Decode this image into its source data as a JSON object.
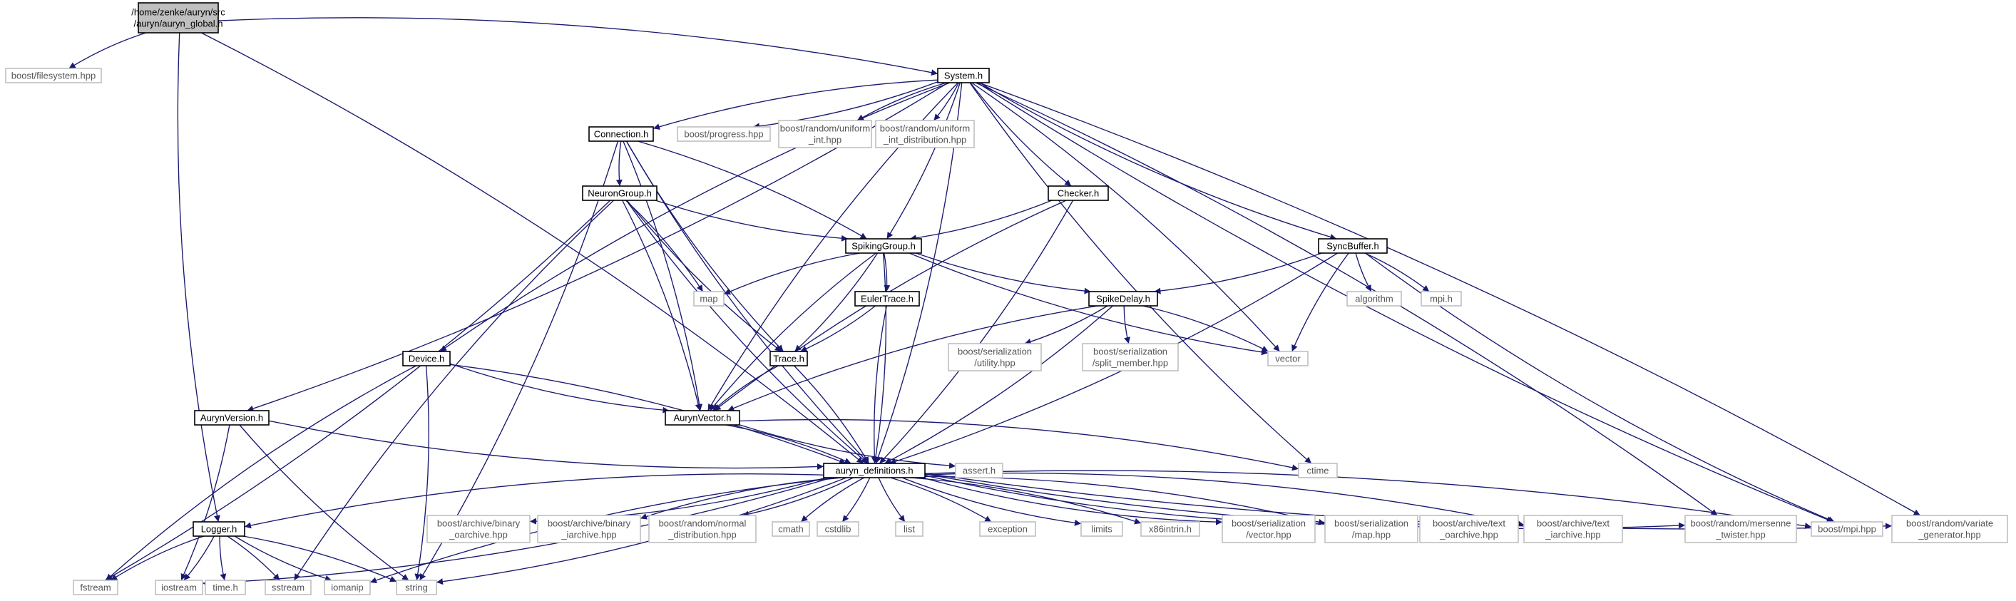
{
  "colors": {
    "edge": "#191970",
    "main_fill": "#bfbfbf",
    "main_stroke": "#000000",
    "local_fill": "#ffffff",
    "local_stroke": "#000000",
    "external_stroke": "#bfbfbf",
    "external_text": "#555555"
  },
  "nodes": [
    {
      "id": "auryn_global",
      "lines": [
        "/home/zenke/auryn/src",
        "/auryn/auryn_global.h"
      ],
      "kind": "main"
    },
    {
      "id": "filesystem",
      "lines": [
        "boost/filesystem.hpp"
      ],
      "kind": "external"
    },
    {
      "id": "system",
      "lines": [
        "System.h"
      ],
      "kind": "local"
    },
    {
      "id": "connection",
      "lines": [
        "Connection.h"
      ],
      "kind": "local"
    },
    {
      "id": "progress",
      "lines": [
        "boost/progress.hpp"
      ],
      "kind": "external"
    },
    {
      "id": "uniform_int",
      "lines": [
        "boost/random/uniform",
        "_int.hpp"
      ],
      "kind": "external"
    },
    {
      "id": "uniform_int_dist",
      "lines": [
        "boost/random/uniform",
        "_int_distribution.hpp"
      ],
      "kind": "external"
    },
    {
      "id": "neurongroup",
      "lines": [
        "NeuronGroup.h"
      ],
      "kind": "local"
    },
    {
      "id": "checker",
      "lines": [
        "Checker.h"
      ],
      "kind": "local"
    },
    {
      "id": "spikinggroup",
      "lines": [
        "SpikingGroup.h"
      ],
      "kind": "local"
    },
    {
      "id": "syncbuffer",
      "lines": [
        "SyncBuffer.h"
      ],
      "kind": "local"
    },
    {
      "id": "map",
      "lines": [
        "map"
      ],
      "kind": "external"
    },
    {
      "id": "eulertrace",
      "lines": [
        "EulerTrace.h"
      ],
      "kind": "local"
    },
    {
      "id": "spikedelay",
      "lines": [
        "SpikeDelay.h"
      ],
      "kind": "local"
    },
    {
      "id": "algorithm",
      "lines": [
        "algorithm"
      ],
      "kind": "external"
    },
    {
      "id": "mpi_h",
      "lines": [
        "mpi.h"
      ],
      "kind": "external"
    },
    {
      "id": "trace",
      "lines": [
        "Trace.h"
      ],
      "kind": "local"
    },
    {
      "id": "ser_utility",
      "lines": [
        "boost/serialization",
        "/utility.hpp"
      ],
      "kind": "external"
    },
    {
      "id": "ser_split",
      "lines": [
        "boost/serialization",
        "/split_member.hpp"
      ],
      "kind": "external"
    },
    {
      "id": "vector",
      "lines": [
        "vector"
      ],
      "kind": "external"
    },
    {
      "id": "device",
      "lines": [
        "Device.h"
      ],
      "kind": "local"
    },
    {
      "id": "aurynversion",
      "lines": [
        "AurynVersion.h"
      ],
      "kind": "local"
    },
    {
      "id": "aurynvector",
      "lines": [
        "AurynVector.h"
      ],
      "kind": "local"
    },
    {
      "id": "auryn_definitions",
      "lines": [
        "auryn_definitions.h"
      ],
      "kind": "local"
    },
    {
      "id": "assert",
      "lines": [
        "assert.h"
      ],
      "kind": "external"
    },
    {
      "id": "ctime",
      "lines": [
        "ctime"
      ],
      "kind": "external"
    },
    {
      "id": "logger",
      "lines": [
        "Logger.h"
      ],
      "kind": "local"
    },
    {
      "id": "bin_oarchive",
      "lines": [
        "boost/archive/binary",
        "_oarchive.hpp"
      ],
      "kind": "external"
    },
    {
      "id": "bin_iarchive",
      "lines": [
        "boost/archive/binary",
        "_iarchive.hpp"
      ],
      "kind": "external"
    },
    {
      "id": "normal_dist",
      "lines": [
        "boost/random/normal",
        "_distribution.hpp"
      ],
      "kind": "external"
    },
    {
      "id": "cmath",
      "lines": [
        "cmath"
      ],
      "kind": "external"
    },
    {
      "id": "cstdlib",
      "lines": [
        "cstdlib"
      ],
      "kind": "external"
    },
    {
      "id": "list",
      "lines": [
        "list"
      ],
      "kind": "external"
    },
    {
      "id": "exception",
      "lines": [
        "exception"
      ],
      "kind": "external"
    },
    {
      "id": "limits",
      "lines": [
        "limits"
      ],
      "kind": "external"
    },
    {
      "id": "x86intrin",
      "lines": [
        "x86intrin.h"
      ],
      "kind": "external"
    },
    {
      "id": "ser_vector",
      "lines": [
        "boost/serialization",
        "/vector.hpp"
      ],
      "kind": "external"
    },
    {
      "id": "ser_map",
      "lines": [
        "boost/serialization",
        "/map.hpp"
      ],
      "kind": "external"
    },
    {
      "id": "text_oarchive",
      "lines": [
        "boost/archive/text",
        "_oarchive.hpp"
      ],
      "kind": "external"
    },
    {
      "id": "text_iarchive",
      "lines": [
        "boost/archive/text",
        "_iarchive.hpp"
      ],
      "kind": "external"
    },
    {
      "id": "mersenne",
      "lines": [
        "boost/random/mersenne",
        "_twister.hpp"
      ],
      "kind": "external"
    },
    {
      "id": "boost_mpi",
      "lines": [
        "boost/mpi.hpp"
      ],
      "kind": "external"
    },
    {
      "id": "variate",
      "lines": [
        "boost/random/variate",
        "_generator.hpp"
      ],
      "kind": "external"
    },
    {
      "id": "fstream",
      "lines": [
        "fstream"
      ],
      "kind": "external"
    },
    {
      "id": "iostream",
      "lines": [
        "iostream"
      ],
      "kind": "external"
    },
    {
      "id": "time_h",
      "lines": [
        "time.h"
      ],
      "kind": "external"
    },
    {
      "id": "sstream",
      "lines": [
        "sstream"
      ],
      "kind": "external"
    },
    {
      "id": "iomanip",
      "lines": [
        "iomanip"
      ],
      "kind": "external"
    },
    {
      "id": "string",
      "lines": [
        "string"
      ],
      "kind": "external"
    }
  ],
  "edges": [
    [
      "auryn_global",
      "filesystem"
    ],
    [
      "auryn_global",
      "system"
    ],
    [
      "auryn_global",
      "logger"
    ],
    [
      "auryn_global",
      "auryn_definitions"
    ],
    [
      "system",
      "connection"
    ],
    [
      "system",
      "progress"
    ],
    [
      "system",
      "uniform_int"
    ],
    [
      "system",
      "uniform_int_dist"
    ],
    [
      "system",
      "checker"
    ],
    [
      "system",
      "spikinggroup"
    ],
    [
      "system",
      "syncbuffer"
    ],
    [
      "system",
      "vector"
    ],
    [
      "system",
      "device"
    ],
    [
      "system",
      "aurynversion"
    ],
    [
      "system",
      "aurynvector"
    ],
    [
      "system",
      "auryn_definitions"
    ],
    [
      "system",
      "ctime"
    ],
    [
      "system",
      "mersenne"
    ],
    [
      "system",
      "boost_mpi"
    ],
    [
      "system",
      "variate"
    ],
    [
      "connection",
      "neurongroup"
    ],
    [
      "connection",
      "spikinggroup"
    ],
    [
      "connection",
      "trace"
    ],
    [
      "connection",
      "aurynvector"
    ],
    [
      "connection",
      "auryn_definitions"
    ],
    [
      "connection",
      "string"
    ],
    [
      "neurongroup",
      "spikinggroup"
    ],
    [
      "neurongroup",
      "map"
    ],
    [
      "neurongroup",
      "trace"
    ],
    [
      "neurongroup",
      "aurynvector"
    ],
    [
      "neurongroup",
      "auryn_definitions"
    ],
    [
      "neurongroup",
      "fstream"
    ],
    [
      "neurongroup",
      "sstream"
    ],
    [
      "checker",
      "spikinggroup"
    ],
    [
      "checker",
      "aurynvector"
    ],
    [
      "checker",
      "auryn_definitions"
    ],
    [
      "spikinggroup",
      "map"
    ],
    [
      "spikinggroup",
      "eulertrace"
    ],
    [
      "spikinggroup",
      "spikedelay"
    ],
    [
      "spikinggroup",
      "trace"
    ],
    [
      "spikinggroup",
      "aurynvector"
    ],
    [
      "spikinggroup",
      "auryn_definitions"
    ],
    [
      "spikinggroup",
      "vector"
    ],
    [
      "syncbuffer",
      "spikedelay"
    ],
    [
      "syncbuffer",
      "algorithm"
    ],
    [
      "syncbuffer",
      "mpi_h"
    ],
    [
      "syncbuffer",
      "vector"
    ],
    [
      "syncbuffer",
      "auryn_definitions"
    ],
    [
      "syncbuffer",
      "boost_mpi"
    ],
    [
      "eulertrace",
      "trace"
    ],
    [
      "eulertrace",
      "auryn_definitions"
    ],
    [
      "spikedelay",
      "ser_utility"
    ],
    [
      "spikedelay",
      "ser_split"
    ],
    [
      "spikedelay",
      "vector"
    ],
    [
      "spikedelay",
      "aurynvector"
    ],
    [
      "spikedelay",
      "auryn_definitions"
    ],
    [
      "trace",
      "aurynvector"
    ],
    [
      "trace",
      "auryn_definitions"
    ],
    [
      "device",
      "aurynvector"
    ],
    [
      "device",
      "auryn_definitions"
    ],
    [
      "device",
      "fstream"
    ],
    [
      "device",
      "string"
    ],
    [
      "aurynversion",
      "auryn_definitions"
    ],
    [
      "aurynversion",
      "iostream"
    ],
    [
      "aurynversion",
      "string"
    ],
    [
      "aurynvector",
      "auryn_definitions"
    ],
    [
      "aurynvector",
      "assert"
    ],
    [
      "aurynvector",
      "ctime"
    ],
    [
      "auryn_definitions",
      "logger"
    ],
    [
      "auryn_definitions",
      "bin_oarchive"
    ],
    [
      "auryn_definitions",
      "bin_iarchive"
    ],
    [
      "auryn_definitions",
      "normal_dist"
    ],
    [
      "auryn_definitions",
      "cmath"
    ],
    [
      "auryn_definitions",
      "cstdlib"
    ],
    [
      "auryn_definitions",
      "list"
    ],
    [
      "auryn_definitions",
      "exception"
    ],
    [
      "auryn_definitions",
      "limits"
    ],
    [
      "auryn_definitions",
      "x86intrin"
    ],
    [
      "auryn_definitions",
      "ser_vector"
    ],
    [
      "auryn_definitions",
      "ser_map"
    ],
    [
      "auryn_definitions",
      "text_oarchive"
    ],
    [
      "auryn_definitions",
      "text_iarchive"
    ],
    [
      "auryn_definitions",
      "mersenne"
    ],
    [
      "auryn_definitions",
      "boost_mpi"
    ],
    [
      "auryn_definitions",
      "variate"
    ],
    [
      "auryn_definitions",
      "iostream"
    ],
    [
      "auryn_definitions",
      "iomanip"
    ],
    [
      "auryn_definitions",
      "string"
    ],
    [
      "logger",
      "fstream"
    ],
    [
      "logger",
      "iostream"
    ],
    [
      "logger",
      "time_h"
    ],
    [
      "logger",
      "sstream"
    ],
    [
      "logger",
      "iomanip"
    ],
    [
      "logger",
      "string"
    ]
  ]
}
